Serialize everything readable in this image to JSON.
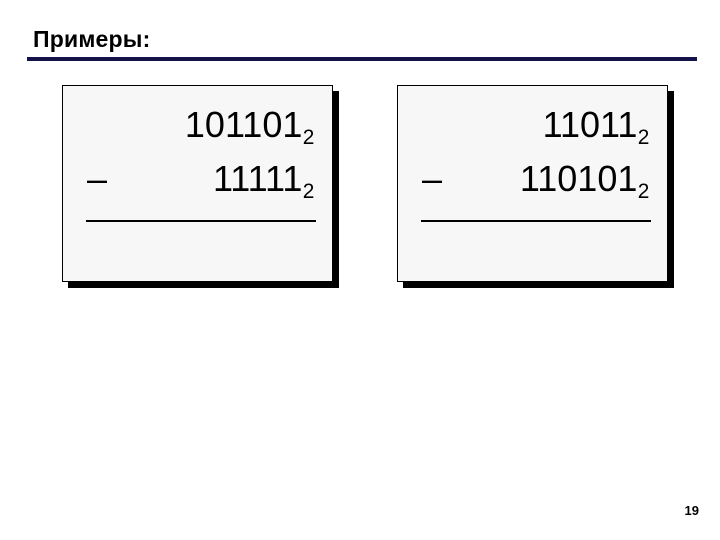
{
  "slide": {
    "title": "Примеры:",
    "page_number": "19",
    "accent_color": "#131349",
    "box_fill_color": "#f7f7f7",
    "text_color": "#000000",
    "background_color": "#ffffff"
  },
  "examples": [
    {
      "name": "example-left",
      "minuend": "101101",
      "minuend_base": "2",
      "operator": "–",
      "subtrahend": "11111",
      "subtrahend_base": "2",
      "result": ""
    },
    {
      "name": "example-right",
      "minuend": "11011",
      "minuend_base": "2",
      "operator": "–",
      "subtrahend": "110101",
      "subtrahend_base": "2",
      "result": ""
    }
  ]
}
